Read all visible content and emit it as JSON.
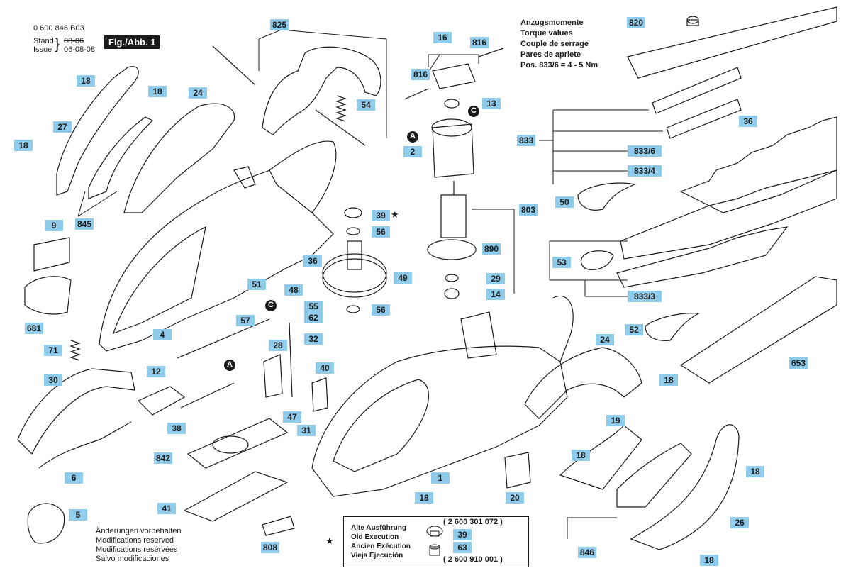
{
  "header": {
    "doc_number": "0 600 846 B03",
    "stand_label": "Stand",
    "stand_date": "08-06",
    "issue_label": "Issue",
    "issue_date": "06-08-08",
    "figure_label": "Fig./Abb. 1"
  },
  "torque": {
    "lines": [
      "Anzugsmomente",
      "Torque values",
      "Couple de serrage",
      "Pares de apriete",
      "Pos. 833/6 = 4 - 5 Nm"
    ]
  },
  "callouts": {
    "c825": "825",
    "c18a": "18",
    "c27": "27",
    "c18b": "18",
    "c18c": "18",
    "c24a": "24",
    "c54": "54",
    "c845": "845",
    "c9": "9",
    "c681": "681",
    "c71": "71",
    "c30": "30",
    "c12": "12",
    "c6": "6",
    "c5": "5",
    "c38": "38",
    "c842": "842",
    "c41": "41",
    "c808": "808",
    "c16": "16",
    "c816a": "816",
    "c816b": "816",
    "c13": "13",
    "c2": "2",
    "c803": "803",
    "c890": "890",
    "c29": "29",
    "c14": "14",
    "c39": "39",
    "c56a": "56",
    "c49": "49",
    "c56b": "56",
    "c36a": "36",
    "c51": "51",
    "c48": "48",
    "c55": "55",
    "c62": "62",
    "c57": "57",
    "c4": "4",
    "c32": "32",
    "c28": "28",
    "c40": "40",
    "c47": "47",
    "c31": "31",
    "c1": "1",
    "c18d": "18",
    "c20": "20",
    "c820": "820",
    "c36b": "36",
    "c833": "833",
    "c8336": "833/6",
    "c8334": "833/4",
    "c50": "50",
    "c53": "53",
    "c8333": "833/3",
    "c52": "52",
    "c653": "653",
    "c24b": "24",
    "c18e": "18",
    "c19": "19",
    "c18f": "18",
    "c18g": "18",
    "c26": "26",
    "c846": "846",
    "c18h": "18",
    "c39b": "39",
    "c63": "63"
  },
  "markers": {
    "a1": "A",
    "a2": "A",
    "c1": "C",
    "c2": "C"
  },
  "star_symbol": "★",
  "old_version_box": {
    "names": [
      "Alte Ausführung",
      "Old Execution",
      "Ancien Exécution",
      "Vieja Ejecución"
    ],
    "part_number_1": "( 2 600 301 072 )",
    "part_number_2": "( 2 600 910 001 )"
  },
  "notes": {
    "lines": [
      "Änderungen vorbehalten",
      "Modifications reserved",
      "Modifications resérvées",
      "Salvo modificaciones"
    ]
  }
}
